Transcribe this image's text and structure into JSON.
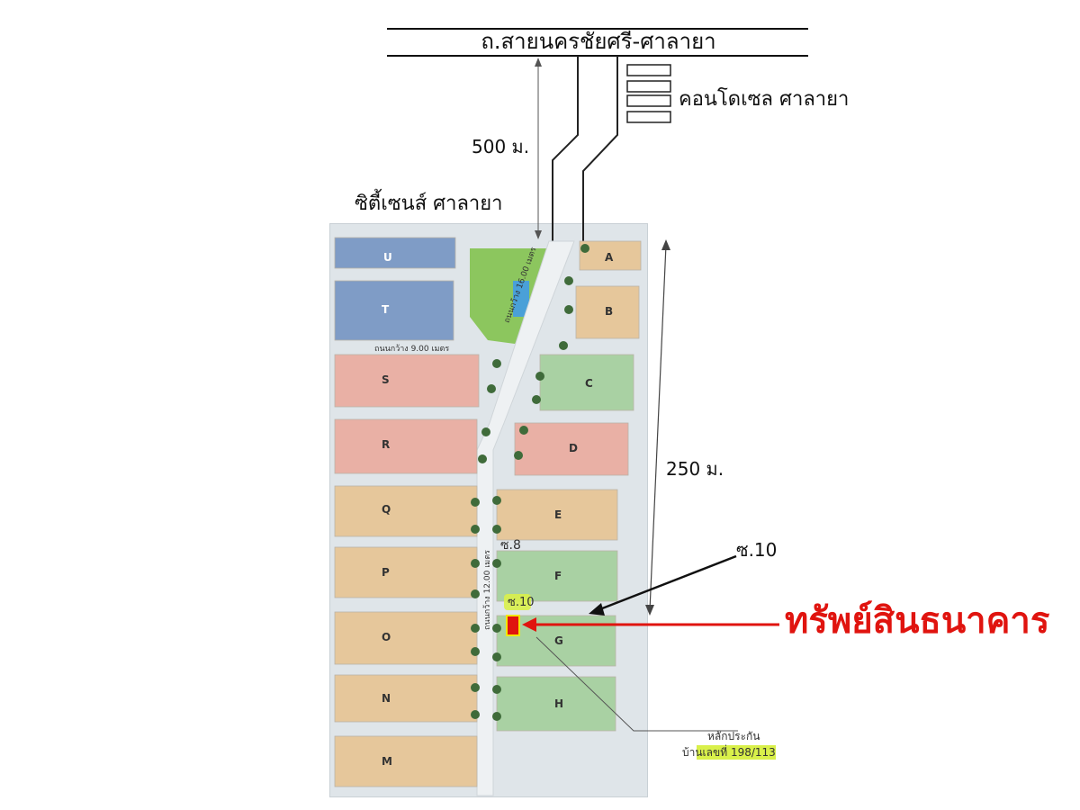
{
  "road": {
    "name": "ถ.สายนครชัยศรี-ศาลายา"
  },
  "landmarks": {
    "condo": "คอนโดเซล ศาลายา",
    "city_sense": "ซิตี้เซนส์ ศาลายา"
  },
  "distances": {
    "to_road": "500 ม.",
    "project_length": "250 ม."
  },
  "sois": {
    "soi_8": "ซ.8",
    "soi_10": "ซ.10",
    "soi_10_callout": "ซ.10"
  },
  "road_widths": {
    "main": "ถนนกว้าง 16.00 เมตร",
    "secondary": "ถนนกว้าง 12.00 เมตร",
    "local": "ถนนกว้าง 9.00 เมตร"
  },
  "asset": {
    "label": "ทรัพย์สินธนาคาร",
    "color": "#e0140f"
  },
  "guarantee": {
    "title": "หลักประกัน",
    "address": "บ้านเลขที่ 198/113"
  },
  "zones": [
    "A",
    "B",
    "C",
    "D",
    "E",
    "F",
    "G",
    "H",
    "M",
    "N",
    "O",
    "P",
    "Q",
    "R",
    "S",
    "T",
    "U"
  ],
  "colors": {
    "blue_zone": "#7f9cc6",
    "pink_zone": "#e9b0a5",
    "tan_zone": "#e6c79b",
    "green_zone": "#a9d1a3",
    "park": "#8cc65e",
    "highlight": "#d9f04a"
  }
}
